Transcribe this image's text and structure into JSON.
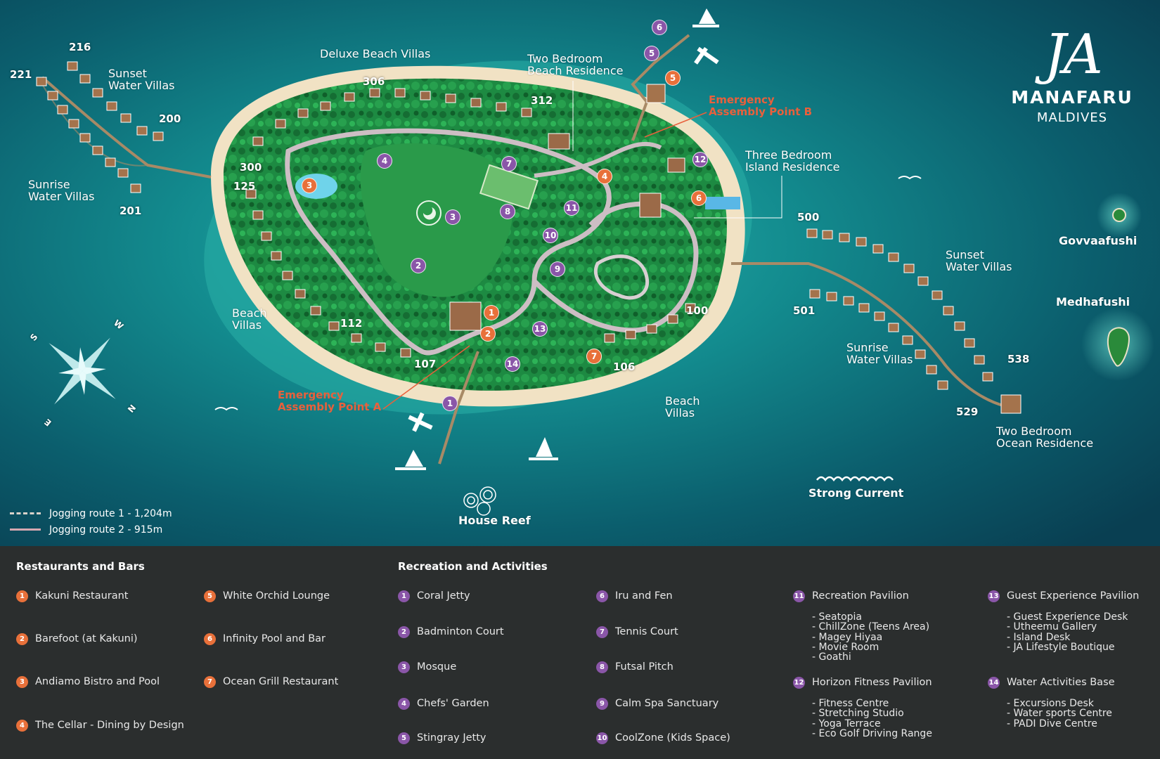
{
  "brand": {
    "monogram": "JA",
    "name": "MANAFARU",
    "sub": "MALDIVES"
  },
  "areas": {
    "deluxe_beach_villas": "Deluxe Beach Villas",
    "two_bedroom_beach_residence": "Two Bedroom\nBeach Residence",
    "three_bedroom_island_residence": "Three Bedroom\nIsland Residence",
    "sunset_water_villas_west": "Sunset\nWater Villas",
    "sunrise_water_villas_west": "Sunrise\nWater Villas",
    "beach_villas_west": "Beach\nVillas",
    "beach_villas_south": "Beach\nVillas",
    "sunset_water_villas_east": "Sunset\nWater Villas",
    "sunrise_water_villas_east": "Sunrise\nWater Villas",
    "two_bedroom_ocean_residence": "Two Bedroom\nOcean Residence",
    "govvaafushi": "Govvaafushi",
    "medhafushi": "Medhafushi",
    "strong_current": "Strong Current",
    "house_reef": "House Reef",
    "emergency_a": "Emergency\nAssembly Point A",
    "emergency_b": "Emergency\nAssembly Point B"
  },
  "villa_numbers": {
    "n216": "216",
    "n221": "221",
    "n200": "200",
    "n201": "201",
    "n306": "306",
    "n312": "312",
    "n300": "300",
    "n125": "125",
    "n112": "112",
    "n107": "107",
    "n106": "106",
    "n100": "100",
    "n500": "500",
    "n501": "501",
    "n538": "538",
    "n529": "529"
  },
  "compass": {
    "w": "W",
    "s": "S",
    "e": "E",
    "n": "N"
  },
  "jogging": {
    "route1": "Jogging route 1 - 1,204m",
    "route2": "Jogging route 2 - 915m"
  },
  "pins": {
    "p1": "1",
    "p2": "2",
    "p3": "3",
    "p4": "4",
    "p5": "5",
    "p6": "6",
    "p7": "7",
    "p8": "8",
    "p9": "9",
    "p10": "10",
    "p11": "11",
    "p12": "12",
    "p13": "13",
    "p14": "14",
    "o1": "1",
    "o2": "2",
    "o3": "3",
    "o4": "4",
    "o5": "5",
    "o6": "6",
    "o7": "7"
  },
  "legend": {
    "restaurants_heading": "Restaurants and Bars",
    "recreation_heading": "Recreation and Activities",
    "restaurants": [
      {
        "n": "1",
        "label": "Kakuni Restaurant"
      },
      {
        "n": "2",
        "label": "Barefoot (at Kakuni)"
      },
      {
        "n": "3",
        "label": "Andiamo Bistro and Pool"
      },
      {
        "n": "4",
        "label": "The Cellar - Dining by Design"
      },
      {
        "n": "5",
        "label": "White Orchid Lounge"
      },
      {
        "n": "6",
        "label": "Infinity Pool and Bar"
      },
      {
        "n": "7",
        "label": "Ocean Grill Restaurant"
      }
    ],
    "recreation": [
      {
        "n": "1",
        "label": "Coral Jetty"
      },
      {
        "n": "2",
        "label": "Badminton Court"
      },
      {
        "n": "3",
        "label": "Mosque"
      },
      {
        "n": "4",
        "label": "Chefs' Garden"
      },
      {
        "n": "5",
        "label": "Stingray Jetty"
      },
      {
        "n": "6",
        "label": "Iru and Fen"
      },
      {
        "n": "7",
        "label": "Tennis Court"
      },
      {
        "n": "8",
        "label": "Futsal Pitch"
      },
      {
        "n": "9",
        "label": "Calm Spa Sanctuary"
      },
      {
        "n": "10",
        "label": "CoolZone (Kids Space)"
      },
      {
        "n": "11",
        "label": "Recreation Pavilion"
      },
      {
        "n": "12",
        "label": "Horizon Fitness Pavilion"
      },
      {
        "n": "13",
        "label": "Guest Experience Pavilion"
      },
      {
        "n": "14",
        "label": "Water Activities Base"
      }
    ],
    "sub11": "- Seatopia\n- ChillZone (Teens Area)\n- Magey Hiyaa\n- Movie Room\n- Goathi",
    "sub12": "- Fitness Centre\n- Stretching Studio\n- Yoga Terrace\n- Eco Golf Driving Range",
    "sub13": "- Guest Experience Desk\n- Utheemu Gallery\n- Island Desk\n- JA Lifestyle Boutique",
    "sub14": "- Excursions Desk\n- Water sports Centre\n- PADI Dive Centre"
  },
  "colors": {
    "ocean": "#0f6d77",
    "lagoon": "#1fa3a0",
    "sand": "#f1e2c4",
    "vegetation": "#1f8a44",
    "path": "#c9b9c0",
    "restaurant_pin": "#e8703a",
    "recreation_pin": "#8a56a8",
    "emergency": "#e8603c",
    "legend_bg": "#2b2e2e"
  }
}
